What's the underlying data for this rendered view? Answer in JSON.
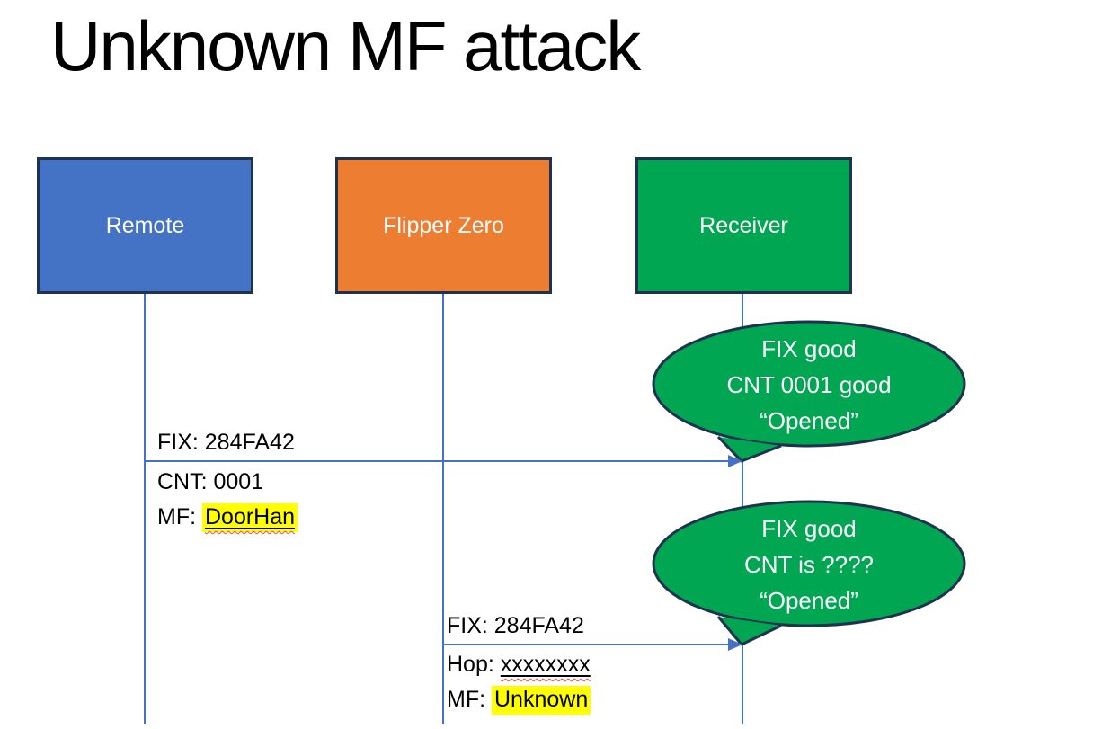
{
  "slide": {
    "title": "Unknown MF attack"
  },
  "actors": {
    "remote": {
      "label": "Remote",
      "fill": "#4472C4"
    },
    "flipper": {
      "label": "Flipper Zero",
      "fill": "#ED7D31"
    },
    "receiver": {
      "label": "Receiver",
      "fill": "#00A651"
    }
  },
  "messages": {
    "m1": {
      "line1": "FIX: 284FA42",
      "line2": "CNT: 0001",
      "line3_prefix": "MF: ",
      "line3_value": "DoorHan"
    },
    "m2": {
      "line1": "FIX: 284FA42",
      "line2_prefix": "Hop: ",
      "line2_value": "xxxxxxxx",
      "line3_prefix": "MF: ",
      "line3_value": "Unknown"
    }
  },
  "bubbles": {
    "b1": {
      "line1": "FIX good",
      "line2": "CNT 0001 good",
      "line3": "“Opened”"
    },
    "b2": {
      "line1": "FIX good",
      "line2": "CNT is ????",
      "line3": "“Opened”"
    }
  },
  "colors": {
    "actor_border": "#1F3250",
    "lifeline_blue": "#4472C4",
    "bubble_fill": "#00A651",
    "bubble_border": "#1F3250",
    "highlight_yellow": "#FFFF00",
    "spellcheck_red": "#FF4538",
    "text_black": "#000000",
    "text_white": "#FFFFFF"
  }
}
